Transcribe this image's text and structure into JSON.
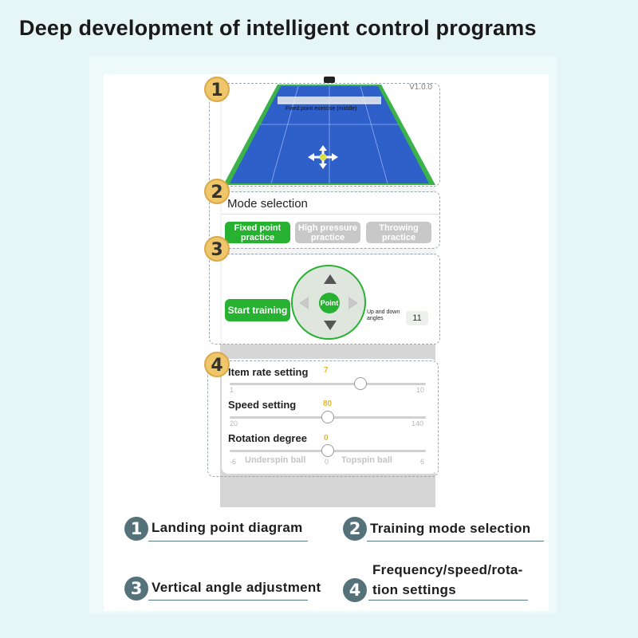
{
  "headline": "Deep development of intelligent control programs",
  "section_numbers": [
    "1",
    "2",
    "3",
    "4"
  ],
  "court": {
    "version": "V1.0.0",
    "label": "Fixed point exercise (middle)",
    "court_color": "#2f5fc9",
    "court_border": "#3cb34a",
    "icon": "move-arrows-icon"
  },
  "mode": {
    "title": "Mode selection",
    "buttons": [
      {
        "label": "Fixed point practice",
        "line1": "Fixed point",
        "line2": "practice",
        "active": true
      },
      {
        "label": "High pressure practice",
        "line1": "High pressure",
        "line2": "practice",
        "active": false
      },
      {
        "label": "Throwing practice",
        "line1": "Throwing",
        "line2": "practice",
        "active": false
      }
    ]
  },
  "control": {
    "start_label": "Start training",
    "center_label": "Point",
    "angle_label_line1": "Up and down",
    "angle_label_line2": "angles",
    "angle_value": "11"
  },
  "sliders": [
    {
      "title": "Item rate setting",
      "value": "7",
      "min": "1",
      "max": "10",
      "fraction": 0.667
    },
    {
      "title": "Speed setting",
      "value": "80",
      "min": "20",
      "max": "140",
      "fraction": 0.5
    },
    {
      "title": "Rotation degree",
      "value": "0",
      "min": "-6",
      "mid": "0",
      "max": "6",
      "left_word": "Underspin ball",
      "right_word": "Topspin ball",
      "fraction": 0.5
    }
  ],
  "legend": [
    {
      "num": "1",
      "text": "Landing point diagram"
    },
    {
      "num": "2",
      "text": "Training mode selection"
    },
    {
      "num": "3",
      "text": "Vertical angle adjustment"
    },
    {
      "num": "4",
      "text_line1": "Frequency/speed/rota-",
      "text_line2": "tion settings"
    }
  ],
  "colors": {
    "accent_green": "#26b131",
    "badge_yellow": "#f0c66a",
    "legend_circle": "#55727a",
    "value_yellow": "#e0b830"
  }
}
